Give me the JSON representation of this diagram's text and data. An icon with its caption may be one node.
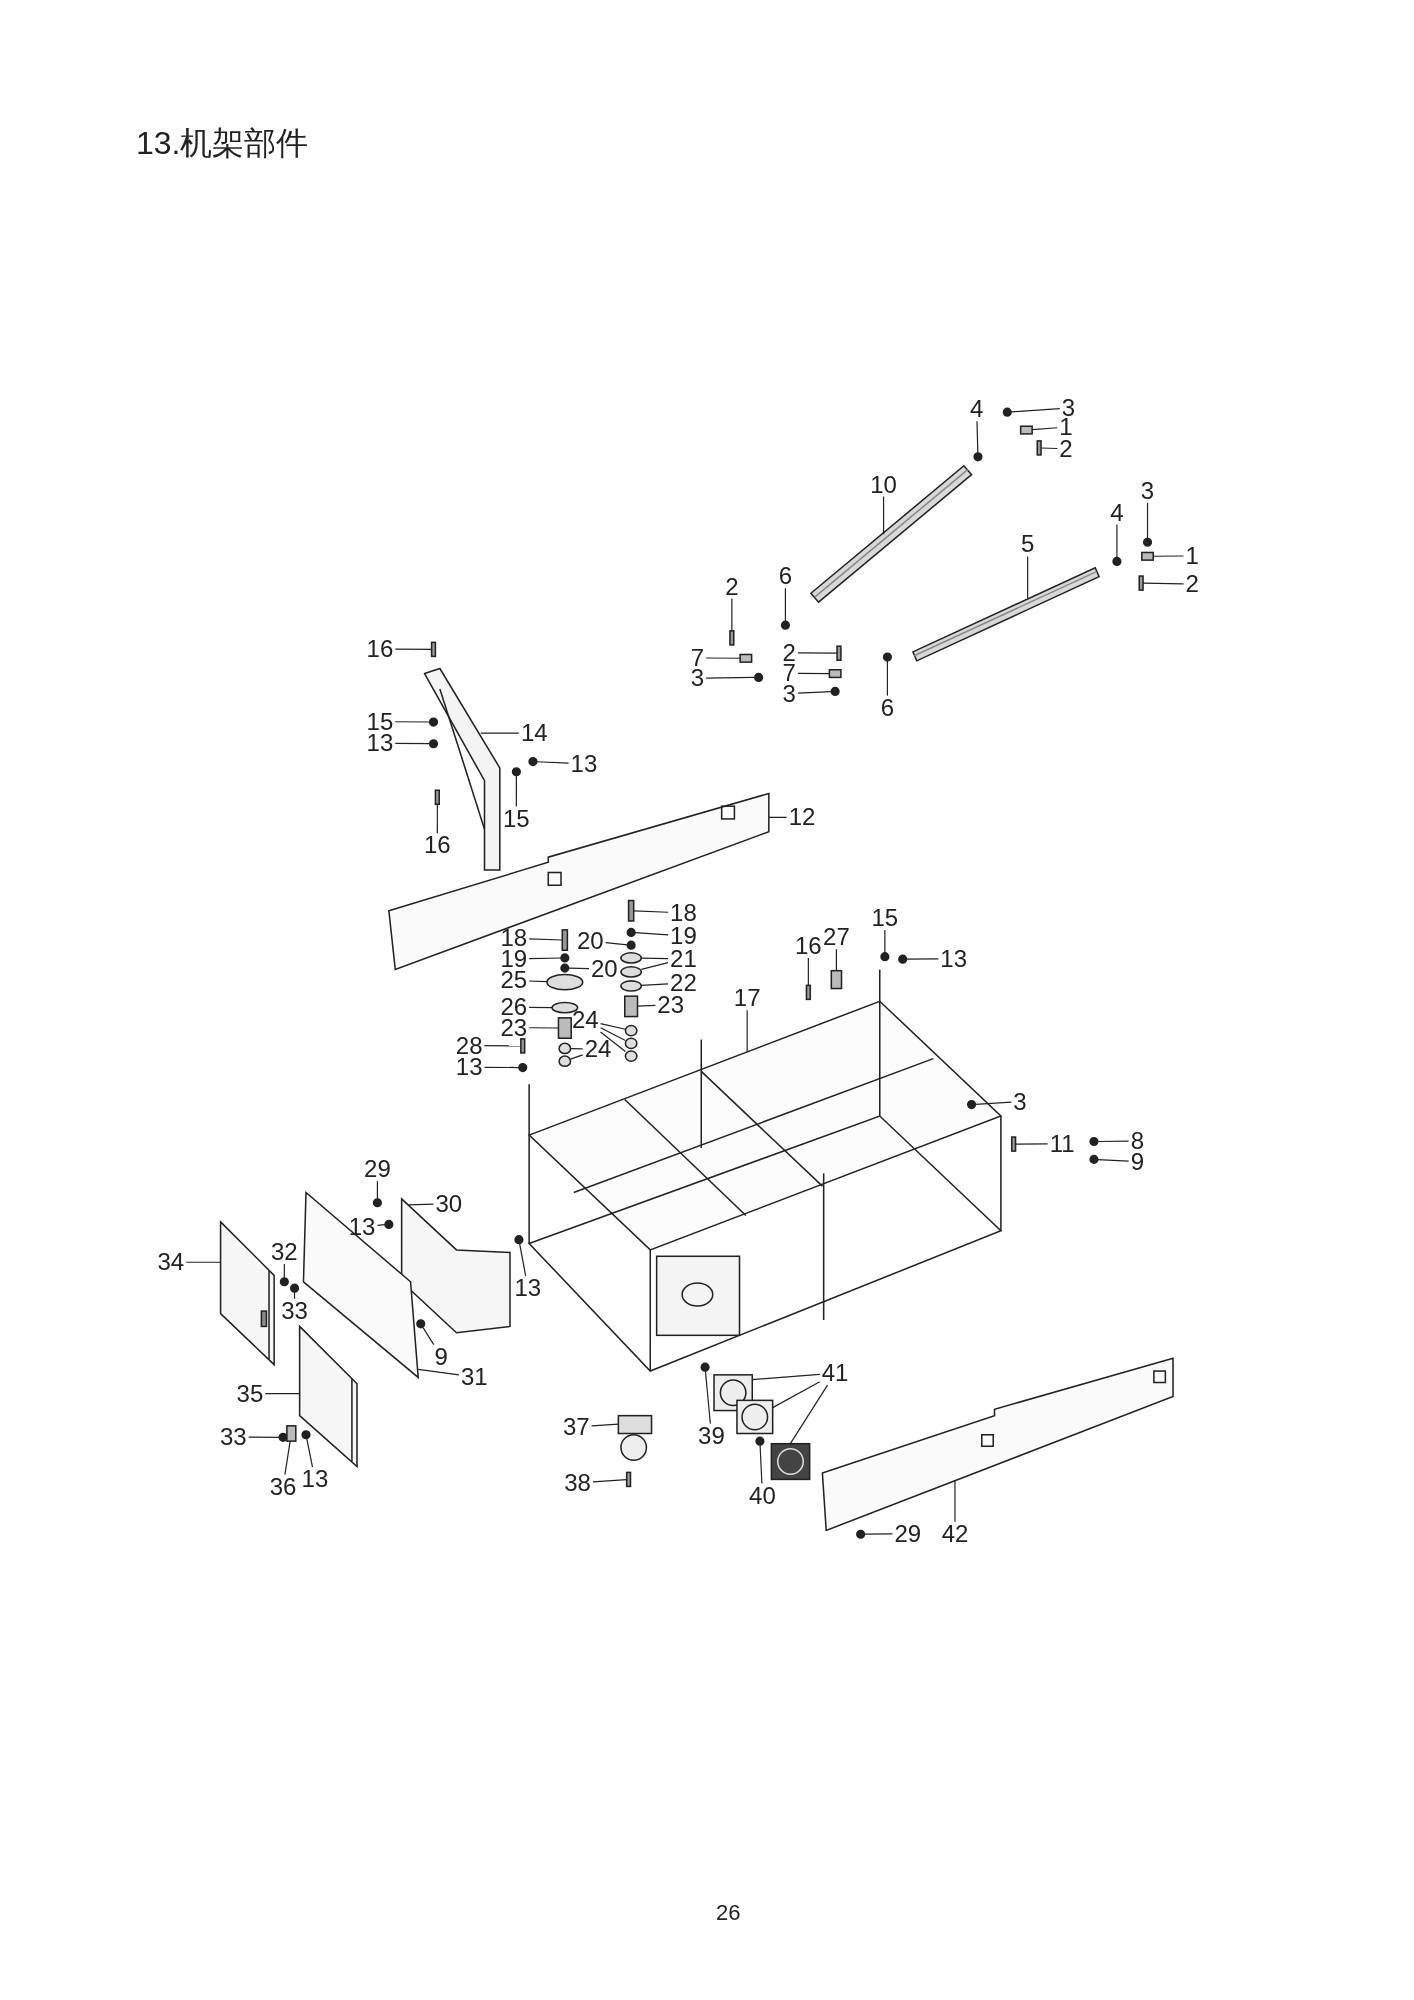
{
  "diagram": {
    "title": "13.机架部件",
    "nodes": [
      {
        "text": [
          "3"
        ]
      },
      {
        "text": [
          "1"
        ]
      },
      {
        "text": [
          "2"
        ]
      },
      {
        "text": [
          "4"
        ]
      },
      {
        "text": [
          "10"
        ]
      },
      {
        "text": [
          "3"
        ]
      },
      {
        "text": [
          "4"
        ]
      },
      {
        "text": [
          "5"
        ]
      },
      {
        "text": [
          "1"
        ]
      },
      {
        "text": [
          "2"
        ]
      },
      {
        "text": [
          "2"
        ]
      },
      {
        "text": [
          "6"
        ]
      },
      {
        "text": [
          "7"
        ]
      },
      {
        "text": [
          "3"
        ]
      },
      {
        "text": [
          "2"
        ]
      },
      {
        "text": [
          "7"
        ]
      },
      {
        "text": [
          "3"
        ]
      },
      {
        "text": [
          "6"
        ]
      },
      {
        "text": [
          "16"
        ]
      },
      {
        "text": [
          "15"
        ]
      },
      {
        "text": [
          "13"
        ]
      },
      {
        "text": [
          "14"
        ]
      },
      {
        "text": [
          "13"
        ]
      },
      {
        "text": [
          "15"
        ]
      },
      {
        "text": [
          "16"
        ]
      },
      {
        "text": [
          "12"
        ]
      },
      {
        "text": [
          "18"
        ]
      },
      {
        "text": [
          "18"
        ]
      },
      {
        "text": [
          "20"
        ]
      },
      {
        "text": [
          "19"
        ]
      },
      {
        "text": [
          "19"
        ]
      },
      {
        "text": [
          "21"
        ]
      },
      {
        "text": [
          "20"
        ]
      },
      {
        "text": [
          "25"
        ]
      },
      {
        "text": [
          "22"
        ]
      },
      {
        "text": [
          "16"
        ]
      },
      {
        "text": [
          "27"
        ]
      },
      {
        "text": [
          "15"
        ]
      },
      {
        "text": [
          "13"
        ]
      },
      {
        "text": [
          "26"
        ]
      },
      {
        "text": [
          "23"
        ]
      },
      {
        "text": [
          "23"
        ]
      },
      {
        "text": [
          "24"
        ]
      },
      {
        "text": [
          "24"
        ]
      },
      {
        "text": [
          "17"
        ]
      },
      {
        "text": [
          "28"
        ]
      },
      {
        "text": [
          "13"
        ]
      },
      {
        "text": [
          "3"
        ]
      },
      {
        "text": [
          "11"
        ]
      },
      {
        "text": [
          "8"
        ]
      },
      {
        "text": [
          "9"
        ]
      },
      {
        "text": [
          "29"
        ]
      },
      {
        "text": [
          "30"
        ]
      },
      {
        "text": [
          "13"
        ]
      },
      {
        "text": [
          "34"
        ]
      },
      {
        "text": [
          "32"
        ]
      },
      {
        "text": [
          "13"
        ]
      },
      {
        "text": [
          "9"
        ]
      },
      {
        "text": [
          "33"
        ]
      },
      {
        "text": [
          "31"
        ]
      },
      {
        "text": [
          "41"
        ]
      },
      {
        "text": [
          "35"
        ]
      },
      {
        "text": [
          "37"
        ]
      },
      {
        "text": [
          "39"
        ]
      },
      {
        "text": [
          "33"
        ]
      },
      {
        "text": [
          "36"
        ]
      },
      {
        "text": [
          "13"
        ]
      },
      {
        "text": [
          "38"
        ]
      },
      {
        "text": [
          "40"
        ]
      },
      {
        "text": [
          "29"
        ]
      },
      {
        "text": [
          "42"
        ]
      },
      {
        "text": [],
        "shape": "circle"
      },
      {
        "text": [],
        "shape": "box"
      },
      {
        "text": [],
        "shape": "bar"
      },
      {
        "text": [],
        "shape": "circle"
      },
      {
        "text": [],
        "shape": "picture"
      },
      {
        "text": [],
        "shape": "circle"
      },
      {
        "text": [],
        "shape": "circle"
      },
      {
        "text": [],
        "shape": "picture"
      },
      {
        "text": [],
        "shape": "box"
      },
      {
        "text": [],
        "shape": "bar"
      },
      {
        "text": [],
        "shape": "bar"
      },
      {
        "text": [],
        "shape": "circle"
      },
      {
        "text": [],
        "shape": "box"
      },
      {
        "text": [],
        "shape": "circle"
      },
      {
        "text": [],
        "shape": "bar"
      },
      {
        "text": [],
        "shape": "box"
      },
      {
        "text": [],
        "shape": "circle"
      },
      {
        "text": [],
        "shape": "circle"
      },
      {
        "text": [],
        "shape": "bar"
      },
      {
        "text": [],
        "shape": "circle"
      },
      {
        "text": [],
        "shape": "circle"
      },
      {
        "text": [],
        "shape": "picture"
      },
      {
        "text": [],
        "shape": "circle"
      },
      {
        "text": [],
        "shape": "circle"
      },
      {
        "text": [],
        "shape": "bar"
      },
      {
        "text": [],
        "shape": "picture"
      },
      {
        "text": [],
        "shape": "bar"
      },
      {
        "text": [],
        "shape": "bar"
      },
      {
        "text": [],
        "shape": "circle"
      },
      {
        "text": [],
        "shape": "circle"
      },
      {
        "text": [],
        "shape": "circle"
      },
      {
        "text": [],
        "shape": "circle"
      },
      {
        "text": [],
        "shape": "circle"
      },
      {
        "text": [],
        "shape": "circle"
      },
      {
        "text": [],
        "shape": "circle"
      },
      {
        "text": [],
        "shape": "circle"
      },
      {
        "text": [],
        "shape": "bar"
      },
      {
        "text": [],
        "shape": "box"
      },
      {
        "text": [],
        "shape": "circle"
      },
      {
        "text": [],
        "shape": "circle"
      },
      {
        "text": [],
        "shape": "circle"
      },
      {
        "text": [],
        "shape": "box"
      },
      {
        "text": [],
        "shape": "box"
      },
      {
        "text": [],
        "shape": "circle"
      },
      {
        "text": [],
        "shape": "circle"
      },
      {
        "text": [],
        "shape": "circle"
      },
      {
        "text": [],
        "shape": "circle"
      },
      {
        "text": [],
        "shape": "circle"
      },
      {
        "text": [],
        "shape": "picture"
      },
      {
        "text": [],
        "shape": "bar"
      },
      {
        "text": [],
        "shape": "circle"
      },
      {
        "text": [],
        "shape": "circle"
      },
      {
        "text": [],
        "shape": "bar"
      },
      {
        "text": [],
        "shape": "circle"
      },
      {
        "text": [],
        "shape": "circle"
      },
      {
        "text": [],
        "shape": "circle"
      },
      {
        "text": [],
        "shape": "picture"
      },
      {
        "text": [],
        "shape": "circle"
      },
      {
        "text": [],
        "shape": "picture"
      },
      {
        "text": [],
        "shape": "circle"
      },
      {
        "text": [],
        "shape": "circle"
      },
      {
        "text": [],
        "shape": "circle"
      },
      {
        "text": [],
        "shape": "circle"
      },
      {
        "text": [],
        "shape": "picture"
      },
      {
        "text": [],
        "shape": "picture"
      },
      {
        "text": [],
        "shape": "picture"
      },
      {
        "text": [],
        "shape": "picture"
      },
      {
        "text": [],
        "shape": "picture"
      },
      {
        "text": [],
        "shape": "picture"
      },
      {
        "text": [],
        "shape": "circle"
      },
      {
        "text": [],
        "shape": "circle"
      },
      {
        "text": [],
        "shape": "box"
      },
      {
        "text": [],
        "shape": "circle"
      },
      {
        "text": [],
        "shape": "bar"
      },
      {
        "text": [],
        "shape": "circle"
      },
      {
        "text": [],
        "shape": "circle"
      },
      {
        "text": [],
        "shape": "picture"
      }
    ],
    "edges": [
      {
        "from": 0,
        "to": 71,
        "arrow": "none"
      },
      {
        "from": 1,
        "to": 72,
        "arrow": "none"
      },
      {
        "from": 2,
        "to": 73,
        "arrow": "none"
      },
      {
        "from": 3,
        "to": 74,
        "arrow": "none"
      },
      {
        "from": 4,
        "to": 75,
        "arrow": "none"
      },
      {
        "from": 5,
        "to": 76,
        "arrow": "none"
      },
      {
        "from": 6,
        "to": 77,
        "arrow": "none"
      },
      {
        "from": 7,
        "to": 78,
        "arrow": "none"
      },
      {
        "from": 8,
        "to": 79,
        "arrow": "none"
      },
      {
        "from": 9,
        "to": 80,
        "arrow": "none"
      },
      {
        "from": 10,
        "to": 81,
        "arrow": "none"
      },
      {
        "from": 11,
        "to": 82,
        "arrow": "none"
      },
      {
        "from": 12,
        "to": 83,
        "arrow": "none"
      },
      {
        "from": 13,
        "to": 84,
        "arrow": "none"
      },
      {
        "from": 14,
        "to": 85,
        "arrow": "none"
      },
      {
        "from": 15,
        "to": 86,
        "arrow": "none"
      },
      {
        "from": 16,
        "to": 87,
        "arrow": "none"
      },
      {
        "from": 17,
        "to": 88,
        "arrow": "none"
      },
      {
        "from": 18,
        "to": 89,
        "arrow": "none"
      },
      {
        "from": 19,
        "to": 90,
        "arrow": "none"
      },
      {
        "from": 20,
        "to": 91,
        "arrow": "none"
      },
      {
        "from": 21,
        "to": 92,
        "arrow": "none"
      },
      {
        "from": 22,
        "to": 93,
        "arrow": "none"
      },
      {
        "from": 23,
        "to": 94,
        "arrow": "none"
      },
      {
        "from": 24,
        "to": 95,
        "arrow": "none"
      },
      {
        "from": 25,
        "to": 96,
        "arrow": "none"
      },
      {
        "from": 26,
        "to": 97,
        "arrow": "none"
      },
      {
        "from": 27,
        "to": 98,
        "arrow": "none"
      },
      {
        "from": 28,
        "to": 99,
        "arrow": "none"
      },
      {
        "from": 29,
        "to": 100,
        "arrow": "none"
      },
      {
        "from": 30,
        "to": 101,
        "arrow": "none"
      },
      {
        "from": 31,
        "to": 102,
        "arrow": "none"
      },
      {
        "from": 31,
        "to": 103,
        "arrow": "none"
      },
      {
        "from": 32,
        "to": 104,
        "arrow": "none"
      },
      {
        "from": 33,
        "to": 105,
        "arrow": "none"
      },
      {
        "from": 34,
        "to": 106,
        "arrow": "none"
      },
      {
        "from": 35,
        "to": 107,
        "arrow": "none"
      },
      {
        "from": 36,
        "to": 108,
        "arrow": "none"
      },
      {
        "from": 37,
        "to": 109,
        "arrow": "none"
      },
      {
        "from": 38,
        "to": 110,
        "arrow": "none"
      },
      {
        "from": 39,
        "to": 111,
        "arrow": "none"
      },
      {
        "from": 40,
        "to": 112,
        "arrow": "none"
      },
      {
        "from": 41,
        "to": 113,
        "arrow": "none"
      },
      {
        "from": 42,
        "to": 114,
        "arrow": "none"
      },
      {
        "from": 42,
        "to": 115,
        "arrow": "none"
      },
      {
        "from": 42,
        "to": 116,
        "arrow": "none"
      },
      {
        "from": 43,
        "to": 117,
        "arrow": "none"
      },
      {
        "from": 43,
        "to": 118,
        "arrow": "none"
      },
      {
        "from": 44,
        "to": 119,
        "arrow": "none"
      },
      {
        "from": 45,
        "to": 120,
        "arrow": "none"
      },
      {
        "from": 46,
        "to": 121,
        "arrow": "none"
      },
      {
        "from": 47,
        "to": 122,
        "arrow": "none"
      },
      {
        "from": 48,
        "to": 123,
        "arrow": "none"
      },
      {
        "from": 49,
        "to": 124,
        "arrow": "none"
      },
      {
        "from": 50,
        "to": 125,
        "arrow": "none"
      },
      {
        "from": 51,
        "to": 126,
        "arrow": "none"
      },
      {
        "from": 52,
        "to": 127,
        "arrow": "none"
      },
      {
        "from": 53,
        "to": 128,
        "arrow": "none"
      },
      {
        "from": 54,
        "to": 129,
        "arrow": "none"
      },
      {
        "from": 55,
        "to": 130,
        "arrow": "none"
      },
      {
        "from": 56,
        "to": 131,
        "arrow": "none"
      },
      {
        "from": 57,
        "to": 132,
        "arrow": "none"
      },
      {
        "from": 58,
        "to": 133,
        "arrow": "none"
      },
      {
        "from": 59,
        "to": 134,
        "arrow": "none"
      },
      {
        "from": 60,
        "to": 135,
        "arrow": "none"
      },
      {
        "from": 60,
        "to": 136,
        "arrow": "none"
      },
      {
        "from": 60,
        "to": 137,
        "arrow": "none"
      },
      {
        "from": 61,
        "to": 138,
        "arrow": "none"
      },
      {
        "from": 62,
        "to": 139,
        "arrow": "none"
      },
      {
        "from": 63,
        "to": 140,
        "arrow": "none"
      },
      {
        "from": 64,
        "to": 141,
        "arrow": "none"
      },
      {
        "from": 65,
        "to": 142,
        "arrow": "none"
      },
      {
        "from": 66,
        "to": 143,
        "arrow": "none"
      },
      {
        "from": 67,
        "to": 144,
        "arrow": "none"
      },
      {
        "from": 68,
        "to": 145,
        "arrow": "none"
      },
      {
        "from": 69,
        "to": 146,
        "arrow": "none"
      },
      {
        "from": 70,
        "to": 147,
        "arrow": "none"
      }
    ],
    "labels": [
      "26"
    ]
  }
}
